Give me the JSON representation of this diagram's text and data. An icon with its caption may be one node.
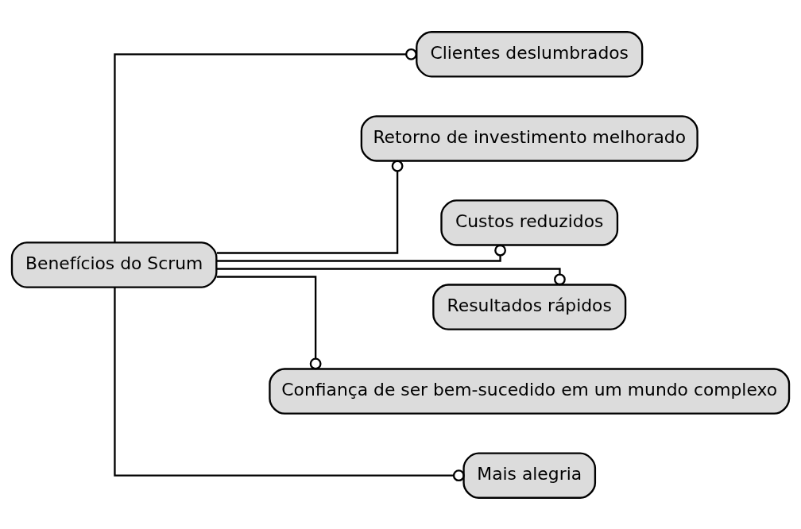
{
  "diagram": {
    "nodes": [
      {
        "text": [
          "Benefícios do Scrum"
        ]
      },
      {
        "text": [
          "Clientes deslumbrados"
        ]
      },
      {
        "text": [
          "Retorno de investimento melhorado"
        ]
      },
      {
        "text": [
          "Custos reduzidos"
        ]
      },
      {
        "text": [
          "Resultados rápidos"
        ]
      },
      {
        "text": [
          "Confiança de ser bem-sucedido em um mundo complexo"
        ]
      },
      {
        "text": [
          "Mais alegria"
        ]
      }
    ],
    "edges": [
      {
        "from": 0,
        "to": 1,
        "arrow": "other"
      },
      {
        "from": 0,
        "to": 2,
        "arrow": "other"
      },
      {
        "from": 0,
        "to": 3,
        "arrow": "other"
      },
      {
        "from": 0,
        "to": 4,
        "arrow": "other"
      },
      {
        "from": 0,
        "to": 5,
        "arrow": "other"
      },
      {
        "from": 0,
        "to": 6,
        "arrow": "other"
      }
    ]
  }
}
